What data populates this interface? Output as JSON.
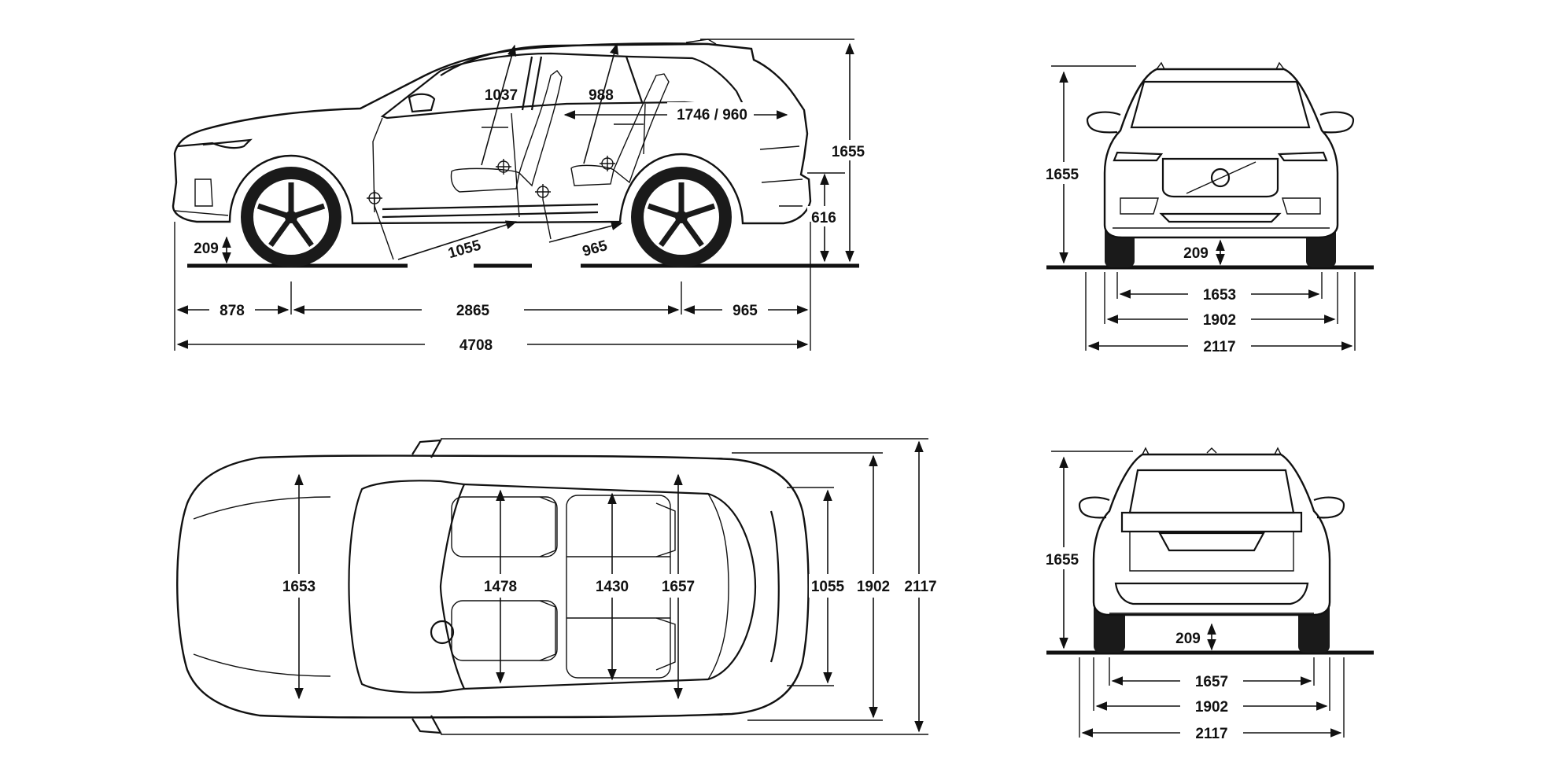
{
  "diagram": {
    "side_view": {
      "front_headroom": "1037",
      "rear_headroom": "988",
      "cargo_length": "1746 / 960",
      "overall_height": "1655",
      "load_sill_height": "616",
      "ground_clearance": "209",
      "front_legroom": "1055",
      "rear_legroom": "965",
      "front_overhang": "878",
      "wheelbase": "2865",
      "rear_overhang": "965",
      "overall_length": "4708"
    },
    "front_view": {
      "height": "1655",
      "ground_clearance": "209",
      "front_track": "1653",
      "width_body": "1902",
      "width_mirrors": "2117"
    },
    "top_view": {
      "front_track": "1653",
      "front_shoulder_room": "1478",
      "rear_shoulder_room": "1430",
      "rear_track": "1657",
      "cargo_width": "1055",
      "width_body": "1902",
      "width_mirrors": "2117"
    },
    "rear_view": {
      "height": "1655",
      "ground_clearance": "209",
      "rear_track": "1657",
      "width_body": "1902",
      "width_mirrors": "2117"
    }
  }
}
